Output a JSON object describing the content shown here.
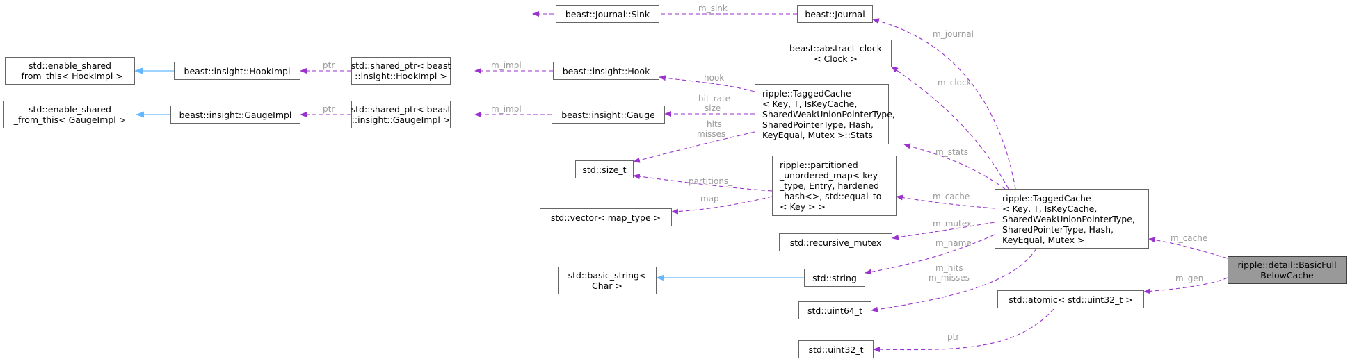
{
  "nodes": {
    "journal_sink": [
      "beast::Journal::Sink"
    ],
    "journal": [
      "beast::Journal"
    ],
    "abstract_clock": [
      "beast::abstract_clock",
      "< Clock >"
    ],
    "enable_shared_hook": [
      "std::enable_shared",
      "_from_this< HookImpl >"
    ],
    "hookimpl": [
      "beast::insight::HookImpl"
    ],
    "sp_hookimpl": [
      "std::shared_ptr< beast",
      "::insight::HookImpl >"
    ],
    "hook": [
      "beast::insight::Hook"
    ],
    "stats": [
      "ripple::TaggedCache",
      "< Key, T, IsKeyCache,",
      "SharedWeakUnionPointerType,",
      "SharedPointerType, Hash,",
      "KeyEqual, Mutex >::Stats"
    ],
    "enable_shared_gauge": [
      "std::enable_shared",
      "_from_this< GaugeImpl >"
    ],
    "gaugeimpl": [
      "beast::insight::GaugeImpl"
    ],
    "sp_gaugeimpl": [
      "std::shared_ptr< beast",
      "::insight::GaugeImpl >"
    ],
    "gauge": [
      "beast::insight::Gauge"
    ],
    "size_t": [
      "std::size_t"
    ],
    "partitioned": [
      "ripple::partitioned",
      "_unordered_map< key",
      "_type, Entry, hardened",
      "_hash<>, std::equal_to",
      "< Key > >"
    ],
    "vector": [
      "std::vector< map_type >"
    ],
    "tagged_cache": [
      "ripple::TaggedCache",
      "< Key, T, IsKeyCache,",
      "SharedWeakUnionPointerType,",
      "SharedPointerType, Hash,",
      "KeyEqual, Mutex >"
    ],
    "recursive_mutex": [
      "std::recursive_mutex"
    ],
    "basic_full": [
      "ripple::detail::BasicFull",
      "BelowCache"
    ],
    "basic_string": [
      "std::basic_string<",
      "Char >"
    ],
    "string": [
      "std::string"
    ],
    "uint64": [
      "std::uint64_t"
    ],
    "atomic": [
      "std::atomic< std::uint32_t >"
    ],
    "uint32": [
      "std::uint32_t"
    ]
  },
  "edge_labels": {
    "m_sink": "m_sink",
    "m_journal": "m_journal",
    "m_clock": "m_clock",
    "ptr_hook": "ptr",
    "m_impl_hook": "m_impl",
    "hook": "hook",
    "ptr_gauge": "ptr",
    "m_impl_gauge": "m_impl",
    "hit_rate": "hit_rate",
    "size": "size",
    "hits": "hits",
    "misses": "misses",
    "m_stats": "m_stats",
    "partitions": "partitions_",
    "map": "map_",
    "m_cache_inner": "m_cache",
    "m_mutex": "m_mutex",
    "m_name": "m_name",
    "m_hits": "m_hits",
    "m_misses": "m_misses",
    "m_cache_outer": "m_cache",
    "m_gen": "m_gen",
    "ptr_atomic": "ptr"
  },
  "colors": {
    "usage_edge": "#9a32cd",
    "inherit_edge": "#63b8ff",
    "label": "#9a9a9a",
    "node_border": "#666666",
    "focus_fill": "#999999"
  }
}
